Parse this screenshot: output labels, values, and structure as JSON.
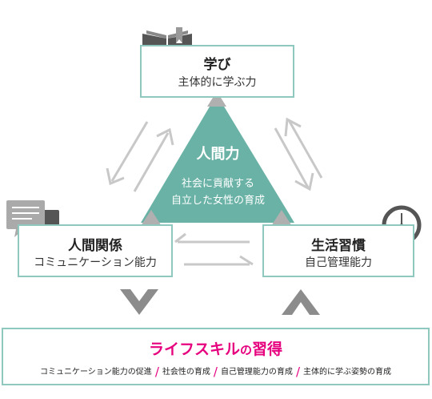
{
  "manabi": {
    "title": "学び",
    "subtitle": "主体的に学ぶ力"
  },
  "center": {
    "title": "人間力",
    "line1": "社会に貢献する",
    "line2": "自立した女性の育成"
  },
  "ningen": {
    "title": "人間関係",
    "subtitle": "コミュニケーション能力"
  },
  "seikatsu": {
    "title": "生活習慣",
    "subtitle": "自己管理能力"
  },
  "life": {
    "title_a": "ライフスキル",
    "title_b": "の",
    "title_c": "習得",
    "items": [
      "コミュニケーション能力の促進",
      "社会性の育成",
      "自己管理能力の育成",
      "主体的に学ぶ姿勢の育成"
    ]
  },
  "colors": {
    "teal": "#6ab2a6",
    "border": "#8fc8bf",
    "gray": "#b8b8b8",
    "pink": "#e6007e",
    "icon": "#555555"
  },
  "icons": [
    "book-icon",
    "speech-bubble-icon",
    "clock-icon"
  ]
}
